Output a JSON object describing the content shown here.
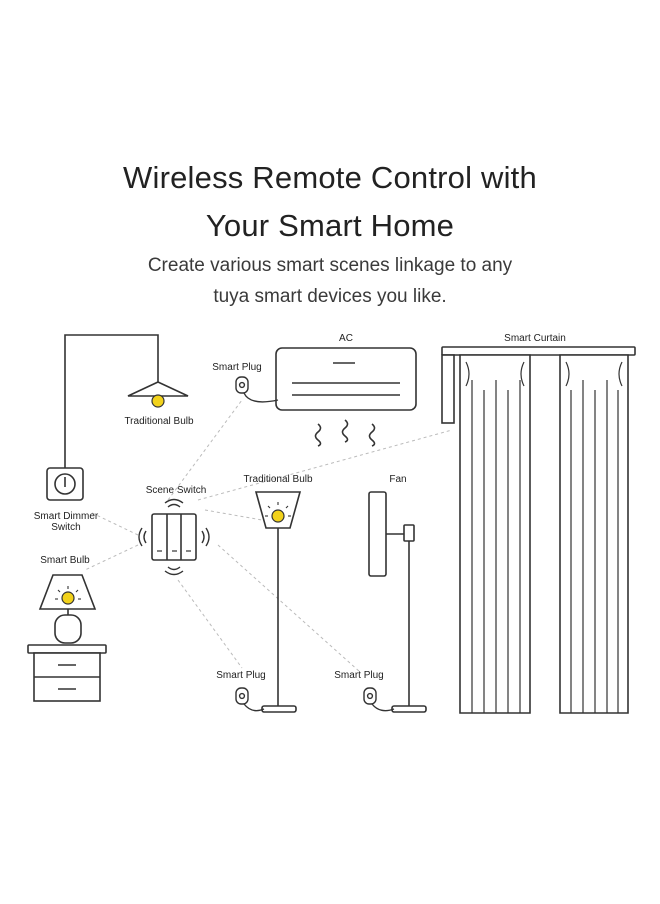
{
  "header": {
    "title_line1": "Wireless Remote Control with",
    "title_line2": "Your Smart Home",
    "subtitle_line1": "Create various smart scenes linkage to any",
    "subtitle_line2": "tuya smart devices you like."
  },
  "labels": {
    "ac": "AC",
    "smart_curtain": "Smart Curtain",
    "smart_plug_ac": "Smart Plug",
    "traditional_bulb_ceiling": "Traditional Bulb",
    "scene_switch": "Scene Switch",
    "traditional_bulb_floor": "Traditional Bulb",
    "fan": "Fan",
    "smart_dimmer_line1": "Smart Dimmer",
    "smart_dimmer_line2": "Switch",
    "smart_bulb": "Smart Bulb",
    "smart_plug_lamp": "Smart Plug",
    "smart_plug_fan": "Smart Plug"
  },
  "colors": {
    "line": "#333333",
    "dashed_link": "#bbbbbb",
    "bulb_yellow": "#f2d21b"
  }
}
